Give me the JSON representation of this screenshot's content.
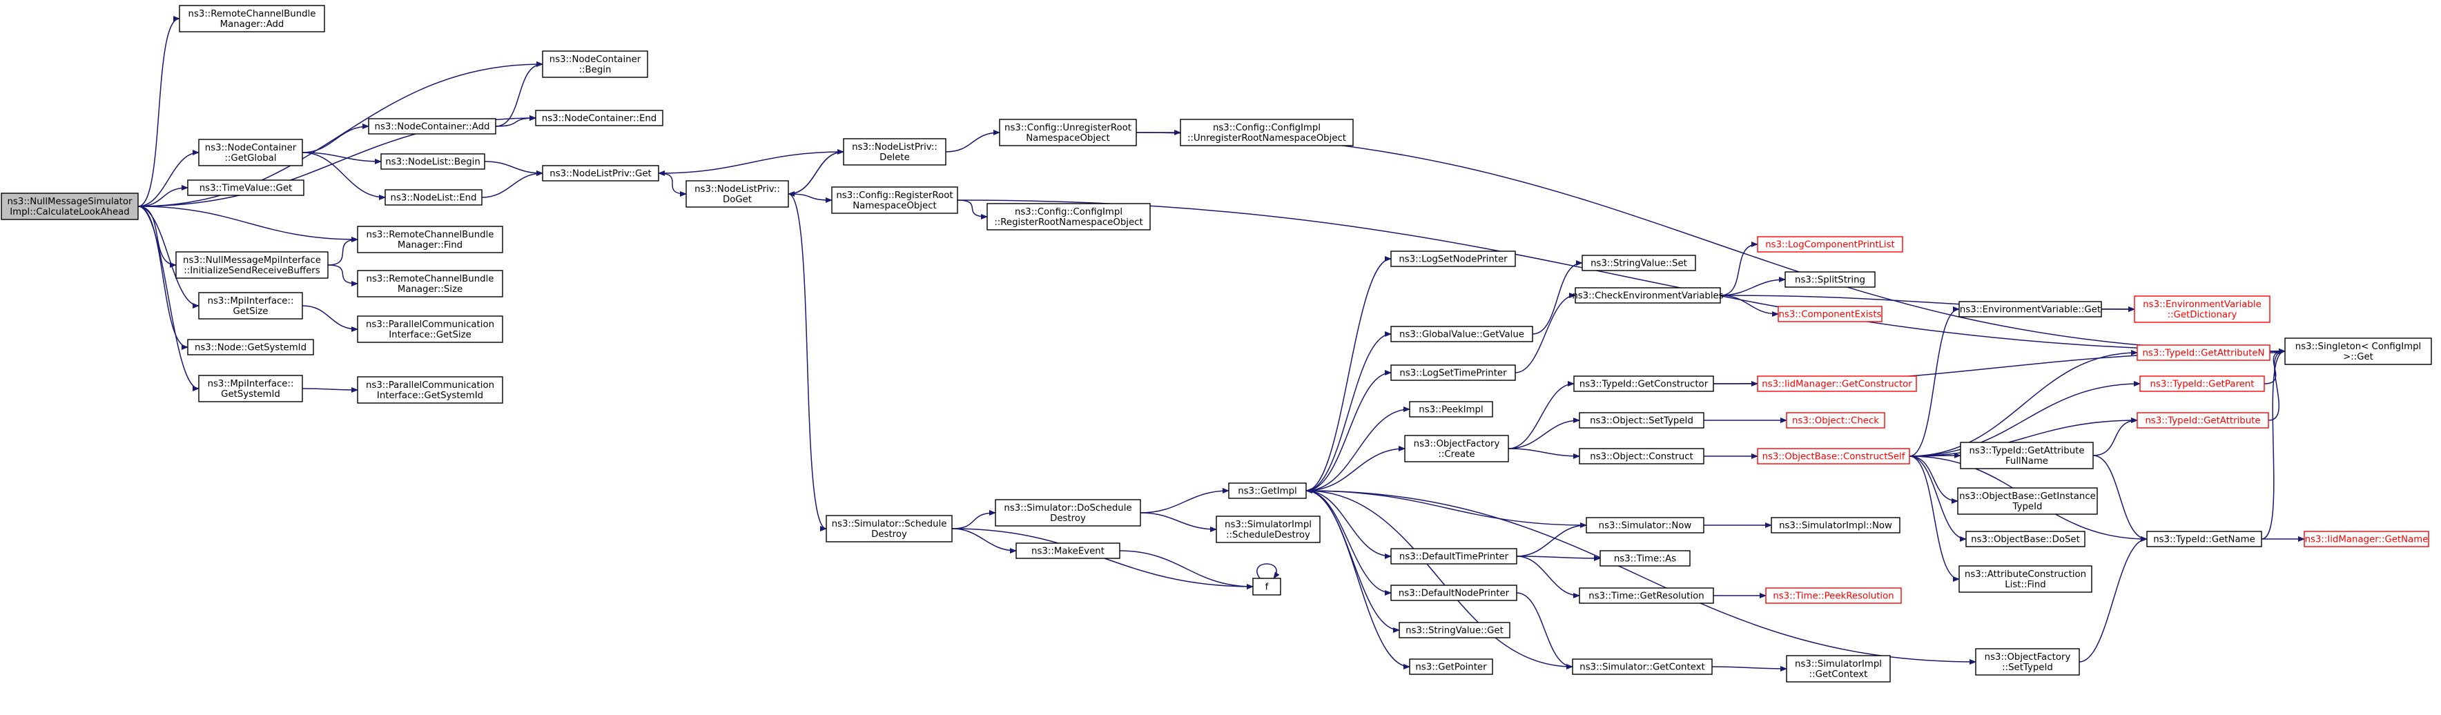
{
  "colors": {
    "edge": "#191970",
    "root_fill": "#bfbfbf",
    "external_ref": "#ff0000",
    "node_border": "#000000"
  },
  "nodes": [
    {
      "id": "root",
      "lines": [
        "ns3::NullMessageSimulator",
        "Impl::CalculateLookAhead"
      ],
      "style": "root"
    },
    {
      "id": "rcb_add",
      "lines": [
        "ns3::RemoteChannelBundle",
        "Manager::Add"
      ]
    },
    {
      "id": "nc_getglobal",
      "lines": [
        "ns3::NodeContainer",
        "::GetGlobal"
      ]
    },
    {
      "id": "tv_get",
      "lines": [
        "ns3::TimeValue::Get"
      ]
    },
    {
      "id": "nmmpi_init",
      "lines": [
        "ns3::NullMessageMpiInterface",
        "::InitializeSendReceiveBuffers"
      ]
    },
    {
      "id": "mpi_getsize",
      "lines": [
        "ns3::MpiInterface::",
        "GetSize"
      ]
    },
    {
      "id": "node_getsysid",
      "lines": [
        "ns3::Node::GetSystemId"
      ]
    },
    {
      "id": "mpi_getsysid",
      "lines": [
        "ns3::MpiInterface::",
        "GetSystemId"
      ]
    },
    {
      "id": "nc_add",
      "lines": [
        "ns3::NodeContainer::Add"
      ]
    },
    {
      "id": "nl_begin",
      "lines": [
        "ns3::NodeList::Begin"
      ]
    },
    {
      "id": "nl_end",
      "lines": [
        "ns3::NodeList::End"
      ]
    },
    {
      "id": "nc_begin",
      "lines": [
        "ns3::NodeContainer",
        "::Begin"
      ]
    },
    {
      "id": "nc_end",
      "lines": [
        "ns3::NodeContainer::End"
      ]
    },
    {
      "id": "nlp_get",
      "lines": [
        "ns3::NodeListPriv::Get"
      ]
    },
    {
      "id": "rcb_find",
      "lines": [
        "ns3::RemoteChannelBundle",
        "Manager::Find"
      ]
    },
    {
      "id": "rcb_size",
      "lines": [
        "ns3::RemoteChannelBundle",
        "Manager::Size"
      ]
    },
    {
      "id": "pci_getsize",
      "lines": [
        "ns3::ParallelCommunication",
        "Interface::GetSize"
      ]
    },
    {
      "id": "pci_getsysid",
      "lines": [
        "ns3::ParallelCommunication",
        "Interface::GetSystemId"
      ]
    },
    {
      "id": "nlp_doget",
      "lines": [
        "ns3::NodeListPriv::",
        "DoGet"
      ]
    },
    {
      "id": "nlp_delete",
      "lines": [
        "ns3::NodeListPriv::",
        "Delete"
      ]
    },
    {
      "id": "cfg_regroot",
      "lines": [
        "ns3::Config::RegisterRoot",
        "NamespaceObject"
      ]
    },
    {
      "id": "cfg_unregroot",
      "lines": [
        "ns3::Config::UnregisterRoot",
        "NamespaceObject"
      ]
    },
    {
      "id": "cfgimpl_unreg",
      "lines": [
        "ns3::Config::ConfigImpl",
        "::UnregisterRootNamespaceObject"
      ]
    },
    {
      "id": "cfgimpl_reg",
      "lines": [
        "ns3::Config::ConfigImpl",
        "::RegisterRootNamespaceObject"
      ]
    },
    {
      "id": "sim_schedestroy",
      "lines": [
        "ns3::Simulator::Schedule",
        "Destroy"
      ]
    },
    {
      "id": "sim_doschedestroy",
      "lines": [
        "ns3::Simulator::DoSchedule",
        "Destroy"
      ]
    },
    {
      "id": "makeevent",
      "lines": [
        "ns3::MakeEvent"
      ]
    },
    {
      "id": "getimpl",
      "lines": [
        "ns3::GetImpl"
      ]
    },
    {
      "id": "simimpl_schedestroy",
      "lines": [
        "ns3::SimulatorImpl",
        "::ScheduleDestroy"
      ]
    },
    {
      "id": "f",
      "lines": [
        "f"
      ]
    },
    {
      "id": "logsetnodeprinter",
      "lines": [
        "ns3::LogSetNodePrinter"
      ]
    },
    {
      "id": "globalvalue_getvalue",
      "lines": [
        "ns3::GlobalValue::GetValue"
      ]
    },
    {
      "id": "logsettimeprinter",
      "lines": [
        "ns3::LogSetTimePrinter"
      ]
    },
    {
      "id": "peekimpl",
      "lines": [
        "ns3::PeekImpl"
      ]
    },
    {
      "id": "objfactory_create",
      "lines": [
        "ns3::ObjectFactory",
        "::Create"
      ]
    },
    {
      "id": "defaulttimeprinter",
      "lines": [
        "ns3::DefaultTimePrinter"
      ]
    },
    {
      "id": "defaultnodeprinter",
      "lines": [
        "ns3::DefaultNodePrinter"
      ]
    },
    {
      "id": "stringvalue_get",
      "lines": [
        "ns3::StringValue::Get"
      ]
    },
    {
      "id": "getpointer",
      "lines": [
        "ns3::GetPointer"
      ]
    },
    {
      "id": "stringvalue_set",
      "lines": [
        "ns3::StringValue::Set"
      ]
    },
    {
      "id": "checkenv",
      "lines": [
        "ns3::CheckEnvironmentVariables"
      ]
    },
    {
      "id": "logcompprintlist",
      "lines": [
        "ns3::LogComponentPrintList"
      ],
      "style": "red"
    },
    {
      "id": "splitstring",
      "lines": [
        "ns3::SplitString"
      ]
    },
    {
      "id": "compexists",
      "lines": [
        "ns3::ComponentExists"
      ],
      "style": "red"
    },
    {
      "id": "typeid_getctor",
      "lines": [
        "ns3::TypeId::GetConstructor"
      ]
    },
    {
      "id": "obj_settypeid",
      "lines": [
        "ns3::Object::SetTypeId"
      ]
    },
    {
      "id": "obj_construct",
      "lines": [
        "ns3::Object::Construct"
      ]
    },
    {
      "id": "sim_now",
      "lines": [
        "ns3::Simulator::Now"
      ]
    },
    {
      "id": "time_as",
      "lines": [
        "ns3::Time::As"
      ]
    },
    {
      "id": "time_getres",
      "lines": [
        "ns3::Time::GetResolution"
      ]
    },
    {
      "id": "sim_getcontext",
      "lines": [
        "ns3::Simulator::GetContext"
      ]
    },
    {
      "id": "iidmgr_getctor",
      "lines": [
        "ns3::IidManager::GetConstructor"
      ],
      "style": "red"
    },
    {
      "id": "obj_check",
      "lines": [
        "ns3::Object::Check"
      ],
      "style": "red"
    },
    {
      "id": "objbase_constructself",
      "lines": [
        "ns3::ObjectBase::ConstructSelf"
      ],
      "style": "red"
    },
    {
      "id": "simimpl_now",
      "lines": [
        "ns3::SimulatorImpl::Now"
      ]
    },
    {
      "id": "time_peekres",
      "lines": [
        "ns3::Time::PeekResolution"
      ],
      "style": "red"
    },
    {
      "id": "simimpl_getcontext",
      "lines": [
        "ns3::SimulatorImpl",
        "::GetContext"
      ]
    },
    {
      "id": "envvar_get",
      "lines": [
        "ns3::EnvironmentVariable::Get"
      ]
    },
    {
      "id": "typeid_getattrfullname",
      "lines": [
        "ns3::TypeId::GetAttribute",
        "FullName"
      ]
    },
    {
      "id": "objbase_getinstancetypeid",
      "lines": [
        "ns3::ObjectBase::GetInstance",
        "TypeId"
      ]
    },
    {
      "id": "objbase_doset",
      "lines": [
        "ns3::ObjectBase::DoSet"
      ]
    },
    {
      "id": "attrconstruction_find",
      "lines": [
        "ns3::AttributeConstruction",
        "List::Find"
      ]
    },
    {
      "id": "objfactory_settypeid",
      "lines": [
        "ns3::ObjectFactory",
        "::SetTypeId"
      ]
    },
    {
      "id": "envvar_getdict",
      "lines": [
        "ns3::EnvironmentVariable",
        "::GetDictionary"
      ],
      "style": "red"
    },
    {
      "id": "typeid_getattributen",
      "lines": [
        "ns3::TypeId::GetAttributeN"
      ],
      "style": "red"
    },
    {
      "id": "typeid_getparent",
      "lines": [
        "ns3::TypeId::GetParent"
      ],
      "style": "red"
    },
    {
      "id": "typeid_getattribute",
      "lines": [
        "ns3::TypeId::GetAttribute"
      ],
      "style": "red"
    },
    {
      "id": "typeid_getname",
      "lines": [
        "ns3::TypeId::GetName"
      ]
    },
    {
      "id": "singleton_get",
      "lines": [
        "ns3::Singleton< ConfigImpl",
        ">::Get"
      ]
    },
    {
      "id": "iidmgr_getname",
      "lines": [
        "ns3::IidManager::GetName"
      ],
      "style": "red"
    }
  ],
  "edges": [
    [
      "root",
      "rcb_add"
    ],
    [
      "root",
      "nc_begin"
    ],
    [
      "root",
      "nc_end"
    ],
    [
      "root",
      "nc_getglobal"
    ],
    [
      "root",
      "tv_get"
    ],
    [
      "root",
      "rcb_find"
    ],
    [
      "root",
      "nmmpi_init"
    ],
    [
      "root",
      "mpi_getsize"
    ],
    [
      "root",
      "node_getsysid"
    ],
    [
      "root",
      "mpi_getsysid"
    ],
    [
      "nc_getglobal",
      "nc_add"
    ],
    [
      "nc_getglobal",
      "nl_begin"
    ],
    [
      "nc_getglobal",
      "nl_end"
    ],
    [
      "nc_add",
      "nc_begin"
    ],
    [
      "nc_add",
      "nc_end"
    ],
    [
      "nl_begin",
      "nlp_get"
    ],
    [
      "nl_end",
      "nlp_get"
    ],
    [
      "nlp_get",
      "nlp_doget"
    ],
    [
      "nmmpi_init",
      "rcb_find"
    ],
    [
      "nmmpi_init",
      "rcb_size"
    ],
    [
      "mpi_getsize",
      "pci_getsize"
    ],
    [
      "mpi_getsysid",
      "pci_getsysid"
    ],
    [
      "nlp_doget",
      "nlp_delete"
    ],
    [
      "nlp_doget",
      "cfg_regroot"
    ],
    [
      "nlp_doget",
      "sim_schedestroy"
    ],
    [
      "nlp_delete",
      "nlp_get"
    ],
    [
      "nlp_delete",
      "nlp_doget"
    ],
    [
      "nlp_delete",
      "cfg_unregroot"
    ],
    [
      "cfg_unregroot",
      "cfgimpl_unreg"
    ],
    [
      "cfg_unregroot",
      "singleton_get"
    ],
    [
      "cfg_regroot",
      "cfgimpl_reg"
    ],
    [
      "cfg_regroot",
      "singleton_get"
    ],
    [
      "sim_schedestroy",
      "sim_doschedestroy"
    ],
    [
      "sim_schedestroy",
      "makeevent"
    ],
    [
      "sim_schedestroy",
      "f"
    ],
    [
      "sim_doschedestroy",
      "getimpl"
    ],
    [
      "sim_doschedestroy",
      "simimpl_schedestroy"
    ],
    [
      "makeevent",
      "f"
    ],
    [
      "f",
      "f"
    ],
    [
      "getimpl",
      "logsetnodeprinter"
    ],
    [
      "getimpl",
      "globalvalue_getvalue"
    ],
    [
      "getimpl",
      "logsettimeprinter"
    ],
    [
      "getimpl",
      "peekimpl"
    ],
    [
      "getimpl",
      "objfactory_create"
    ],
    [
      "getimpl",
      "defaulttimeprinter"
    ],
    [
      "getimpl",
      "defaultnodeprinter"
    ],
    [
      "getimpl",
      "stringvalue_get"
    ],
    [
      "getimpl",
      "getpointer"
    ],
    [
      "getimpl",
      "objfactory_settypeid"
    ],
    [
      "globalvalue_getvalue",
      "stringvalue_set"
    ],
    [
      "logsettimeprinter",
      "checkenv"
    ],
    [
      "checkenv",
      "logcompprintlist"
    ],
    [
      "checkenv",
      "splitstring"
    ],
    [
      "checkenv",
      "compexists"
    ],
    [
      "checkenv",
      "envvar_getdict"
    ],
    [
      "objfactory_create",
      "typeid_getctor"
    ],
    [
      "objfactory_create",
      "obj_settypeid"
    ],
    [
      "objfactory_create",
      "obj_construct"
    ],
    [
      "typeid_getctor",
      "iidmgr_getctor"
    ],
    [
      "typeid_getctor",
      "singleton_get"
    ],
    [
      "obj_settypeid",
      "obj_check"
    ],
    [
      "obj_construct",
      "objbase_constructself"
    ],
    [
      "sim_now",
      "getimpl"
    ],
    [
      "sim_now",
      "simimpl_now"
    ],
    [
      "defaulttimeprinter",
      "sim_now"
    ],
    [
      "defaulttimeprinter",
      "time_as"
    ],
    [
      "defaulttimeprinter",
      "time_getres"
    ],
    [
      "time_getres",
      "time_peekres"
    ],
    [
      "defaultnodeprinter",
      "sim_getcontext"
    ],
    [
      "sim_getcontext",
      "getimpl"
    ],
    [
      "sim_getcontext",
      "simimpl_getcontext"
    ],
    [
      "objbase_constructself",
      "envvar_get"
    ],
    [
      "objbase_constructself",
      "typeid_getattributen"
    ],
    [
      "objbase_constructself",
      "typeid_getparent"
    ],
    [
      "objbase_constructself",
      "typeid_getattribute"
    ],
    [
      "objbase_constructself",
      "typeid_getattrfullname"
    ],
    [
      "objbase_constructself",
      "objbase_getinstancetypeid"
    ],
    [
      "objbase_constructself",
      "objbase_doset"
    ],
    [
      "objbase_constructself",
      "attrconstruction_find"
    ],
    [
      "objbase_constructself",
      "typeid_getname"
    ],
    [
      "envvar_get",
      "envvar_getdict"
    ],
    [
      "typeid_getattrfullname",
      "typeid_getattribute"
    ],
    [
      "typeid_getattrfullname",
      "typeid_getname"
    ],
    [
      "objfactory_settypeid",
      "typeid_getname"
    ],
    [
      "typeid_getattributen",
      "singleton_get"
    ],
    [
      "typeid_getparent",
      "singleton_get"
    ],
    [
      "typeid_getattribute",
      "singleton_get"
    ],
    [
      "typeid_getname",
      "singleton_get"
    ],
    [
      "typeid_getname",
      "iidmgr_getname"
    ]
  ]
}
